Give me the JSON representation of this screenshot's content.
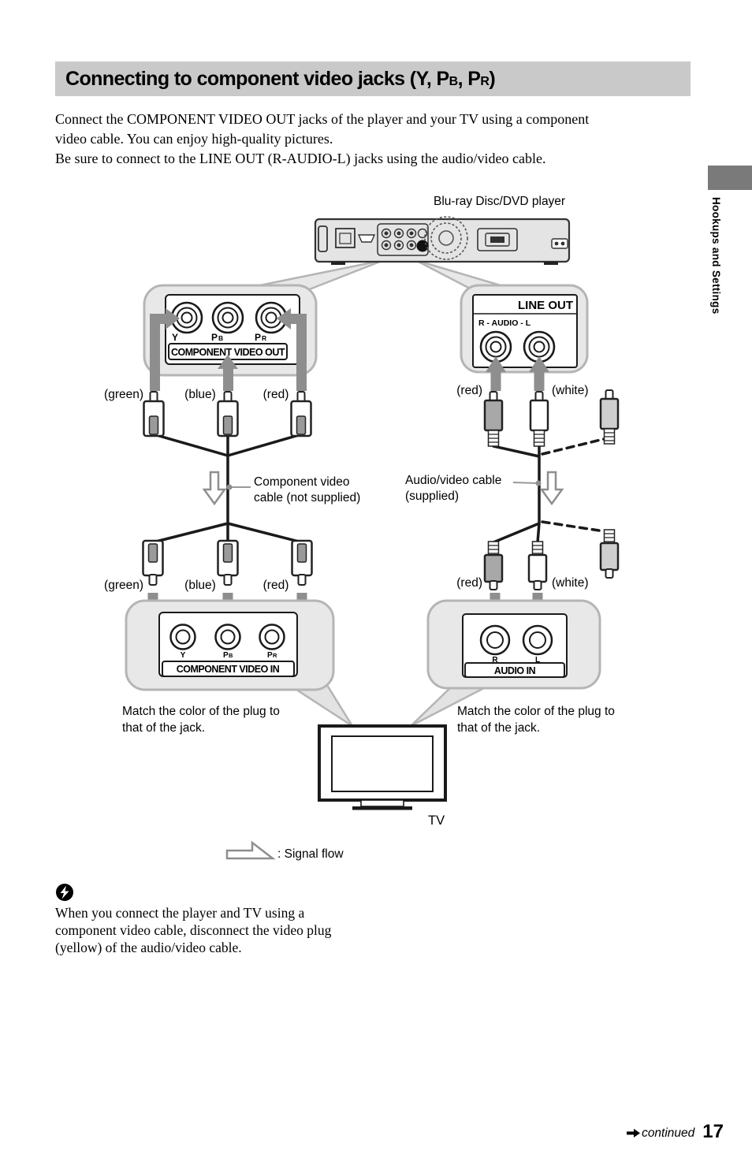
{
  "header": {
    "title_p1": "Connecting to component video jacks (Y, P",
    "title_s1": "B",
    "title_p2": ", P",
    "title_s2": "R",
    "title_p3": ")"
  },
  "intro": {
    "lines": [
      "Connect the COMPONENT VIDEO OUT jacks of the player and your TV using a component",
      "video cable. You can enjoy high-quality pictures.",
      "Be sure to connect to the LINE OUT (R-AUDIO-L) jacks using the audio/video cable."
    ]
  },
  "sidebar": {
    "label": "Hookups and Settings"
  },
  "diagram": {
    "player_label": "Blu-ray Disc/DVD player",
    "component_video_out": {
      "label": "COMPONENT VIDEO OUT",
      "jack1": "Y",
      "jack2": "P",
      "jack2_sub": "B",
      "jack3": "P",
      "jack3_sub": "R"
    },
    "line_out": {
      "title": "LINE OUT",
      "channels": "R - AUDIO - L"
    },
    "labels_top_left": [
      "(green)",
      "(blue)",
      "(red)"
    ],
    "labels_top_right": [
      "(red)",
      "(white)"
    ],
    "labels_bottom_left": [
      "(green)",
      "(blue)",
      "(red)"
    ],
    "labels_bottom_right": [
      "(red)",
      "(white)"
    ],
    "component_cable_line1": "Component video",
    "component_cable_line2": "cable (not supplied)",
    "av_cable_line1": "Audio/video cable",
    "av_cable_line2": "(supplied)",
    "component_video_in": {
      "label": "COMPONENT VIDEO IN",
      "jack1": "Y",
      "jack2": "P",
      "jack2_sub": "B",
      "jack3": "P",
      "jack3_sub": "R"
    },
    "audio_in": {
      "label": "AUDIO IN",
      "jack1": "R",
      "jack2": "L"
    },
    "match_left_line1": "Match the color of the plug to",
    "match_left_line2": "that of the jack.",
    "match_right_line1": "Match the color of the plug to",
    "match_right_line2": "that of the jack.",
    "tv_label": "TV",
    "signal_flow_label": ": Signal flow"
  },
  "note": {
    "lines": [
      "When you connect the player and TV using a",
      "component video cable, disconnect the video plug",
      "(yellow) of the audio/video cable."
    ]
  },
  "footer": {
    "continued": "continued",
    "page": "17"
  },
  "colors": {
    "title_bar_bg": "#c9c9c9",
    "bubble_fill": "#e8e8e8",
    "bubble_border": "#b5b5b5",
    "arrow_gray": "#8e8e8e",
    "sidebar_tab": "#7a7a7a",
    "ink": "#1a1a1a",
    "plug_red": "#a8a8a8",
    "plug_yellow": "#cfcfcf"
  }
}
